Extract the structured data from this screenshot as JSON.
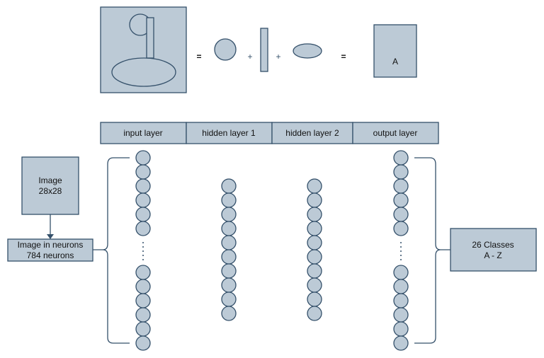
{
  "equation": {
    "equals": "=",
    "plus": "+",
    "result_letter": "A"
  },
  "layers": [
    "input layer",
    "hidden layer 1",
    "hidden layer 2",
    "output layer"
  ],
  "image_box": {
    "line1": "Image",
    "line2": "28x28"
  },
  "neurons_box": {
    "line1": "Image in neurons",
    "line2": "784 neurons"
  },
  "classes_box": {
    "line1": "26 Classes",
    "line2": "A - Z"
  },
  "colors": {
    "fill": "#bccad6",
    "stroke": "#34506a"
  }
}
